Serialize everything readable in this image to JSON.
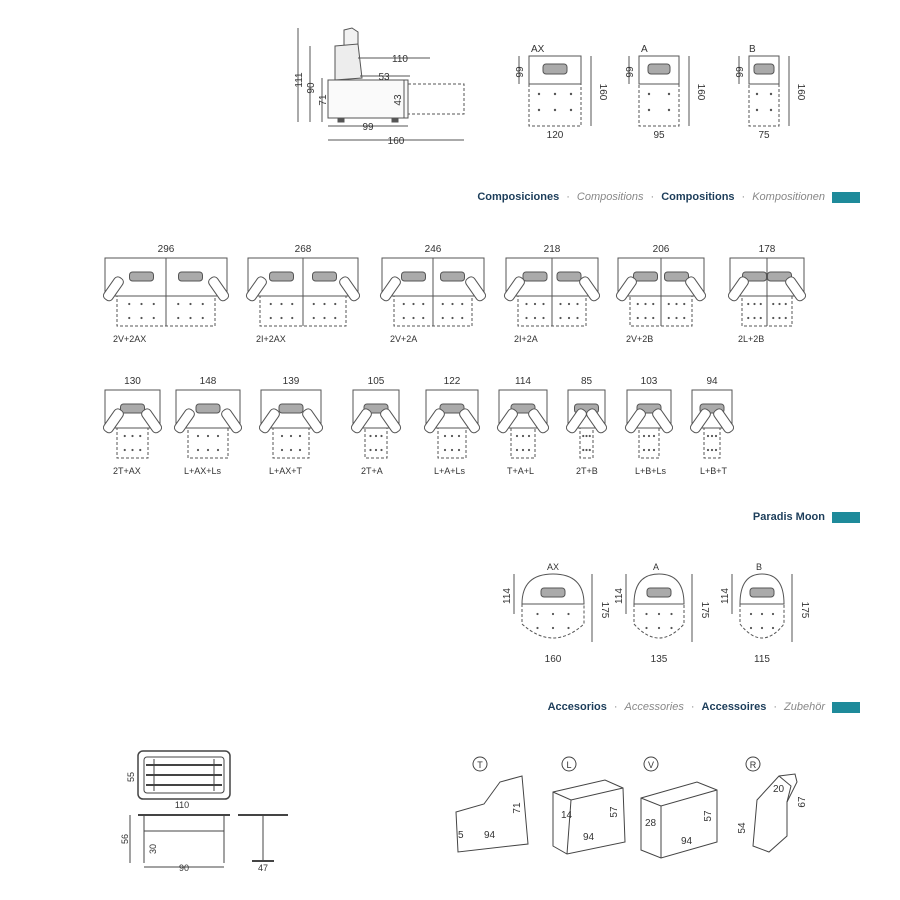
{
  "accent": "#1e8a9a",
  "side_view": {
    "dims": [
      "111",
      "90",
      "71",
      "110",
      "53",
      "43",
      "99",
      "160"
    ]
  },
  "top_modules": [
    {
      "code": "AX",
      "depth": "99",
      "length": "160",
      "width": "120"
    },
    {
      "code": "A",
      "depth": "99",
      "length": "160",
      "width": "95"
    },
    {
      "code": "B",
      "depth": "99",
      "length": "160",
      "width": "75"
    }
  ],
  "compositions_header": {
    "es": "Composiciones",
    "en": "Compositions",
    "fr": "Compositions",
    "de": "Kompositionen",
    "sep": "·"
  },
  "compositions_row1": [
    {
      "width": "296",
      "code": "2V+2AX"
    },
    {
      "width": "268",
      "code": "2I+2AX"
    },
    {
      "width": "246",
      "code": "2V+2A"
    },
    {
      "width": "218",
      "code": "2I+2A"
    },
    {
      "width": "206",
      "code": "2V+2B"
    },
    {
      "width": "178",
      "code": "2L+2B"
    }
  ],
  "compositions_row2": [
    {
      "width": "130",
      "code": "2T+AX"
    },
    {
      "width": "148",
      "code": "L+AX+Ls"
    },
    {
      "width": "139",
      "code": "L+AX+T"
    },
    {
      "width": "105",
      "code": "2T+A"
    },
    {
      "width": "122",
      "code": "L+A+Ls"
    },
    {
      "width": "114",
      "code": "T+A+L"
    },
    {
      "width": "85",
      "code": "2T+B"
    },
    {
      "width": "103",
      "code": "L+B+Ls"
    },
    {
      "width": "94",
      "code": "L+B+T"
    }
  ],
  "moon_header": {
    "title": "Paradis Moon"
  },
  "moon_modules": [
    {
      "code": "AX",
      "depth": "114",
      "length": "175",
      "width": "160"
    },
    {
      "code": "A",
      "depth": "114",
      "length": "175",
      "width": "135"
    },
    {
      "code": "B",
      "depth": "114",
      "length": "175",
      "width": "115"
    }
  ],
  "accessories_header": {
    "es": "Accesorios",
    "en": "Accessories",
    "fr": "Accessoires",
    "de": "Zubehör",
    "sep": "·"
  },
  "table": {
    "depth": "55",
    "length": "110",
    "height": "56",
    "leg": "30",
    "side_width": "90",
    "side_foot": "47"
  },
  "accessories": [
    {
      "code": "T",
      "dims": [
        "5",
        "94",
        "71"
      ]
    },
    {
      "code": "L",
      "dims": [
        "14",
        "94",
        "57"
      ]
    },
    {
      "code": "V",
      "dims": [
        "28",
        "94",
        "57"
      ]
    },
    {
      "code": "R",
      "dims": [
        "20",
        "54",
        "67"
      ]
    }
  ]
}
